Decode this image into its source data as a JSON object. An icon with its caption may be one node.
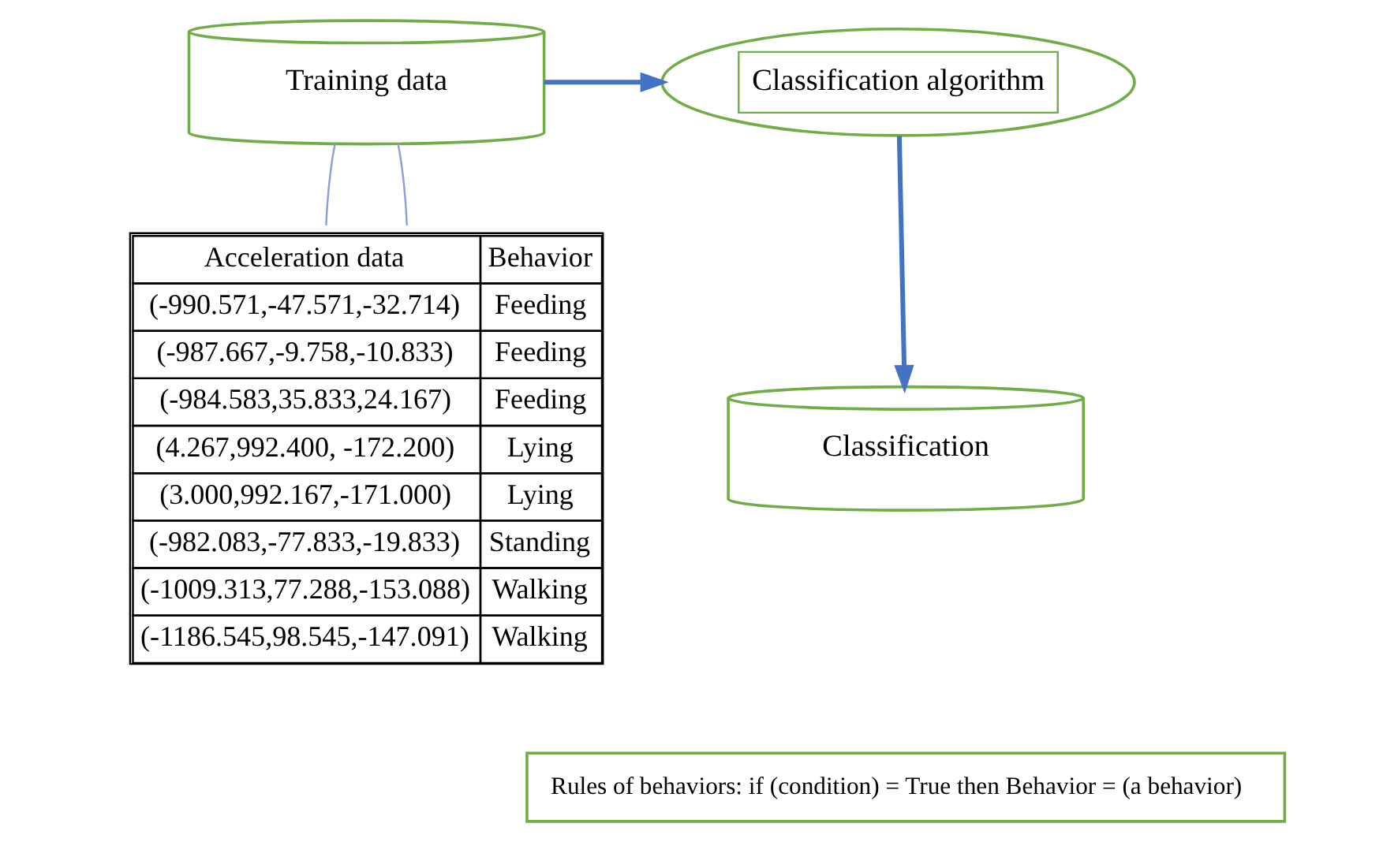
{
  "diagram": {
    "nodes": [
      {
        "text": [
          "Training data"
        ]
      },
      {
        "text": [
          "Classification algorithm"
        ]
      },
      {
        "text": [
          "Classification"
        ]
      },
      {
        "text": [
          "Rules of behaviors: if (condition) = True then Behavior = (a behavior)"
        ]
      },
      {
        "text": [
          "Acceleration data",
          "Behavior",
          "(-990.571,-47.571,-32.714)",
          "Feeding",
          "(-987.667,-9.758,-10.833)",
          "Feeding",
          "(-984.583,35.833,24.167)",
          "Feeding",
          "(4.267,992.400, -172.200)",
          "Lying",
          "(3.000,992.167,-171.000)",
          "Lying",
          "(-982.083,-77.833,-19.833)",
          "Standing",
          "(-1009.313,77.288,-153.088)",
          "Walking",
          "(-1186.545,98.545,-147.091)",
          "Walking"
        ]
      }
    ],
    "edges": [
      {
        "from": 0,
        "to": 1,
        "arrow": "to",
        "style": "thick",
        "color": "#4472c4"
      },
      {
        "from": 1,
        "to": 2,
        "arrow": "to",
        "style": "thick",
        "color": "#4472c4"
      },
      {
        "from": 0,
        "to": 4,
        "arrow": "none",
        "color": "#8e9fd6"
      },
      {
        "from": 0,
        "to": 4,
        "arrow": "none",
        "color": "#8e9fd6"
      }
    ]
  }
}
